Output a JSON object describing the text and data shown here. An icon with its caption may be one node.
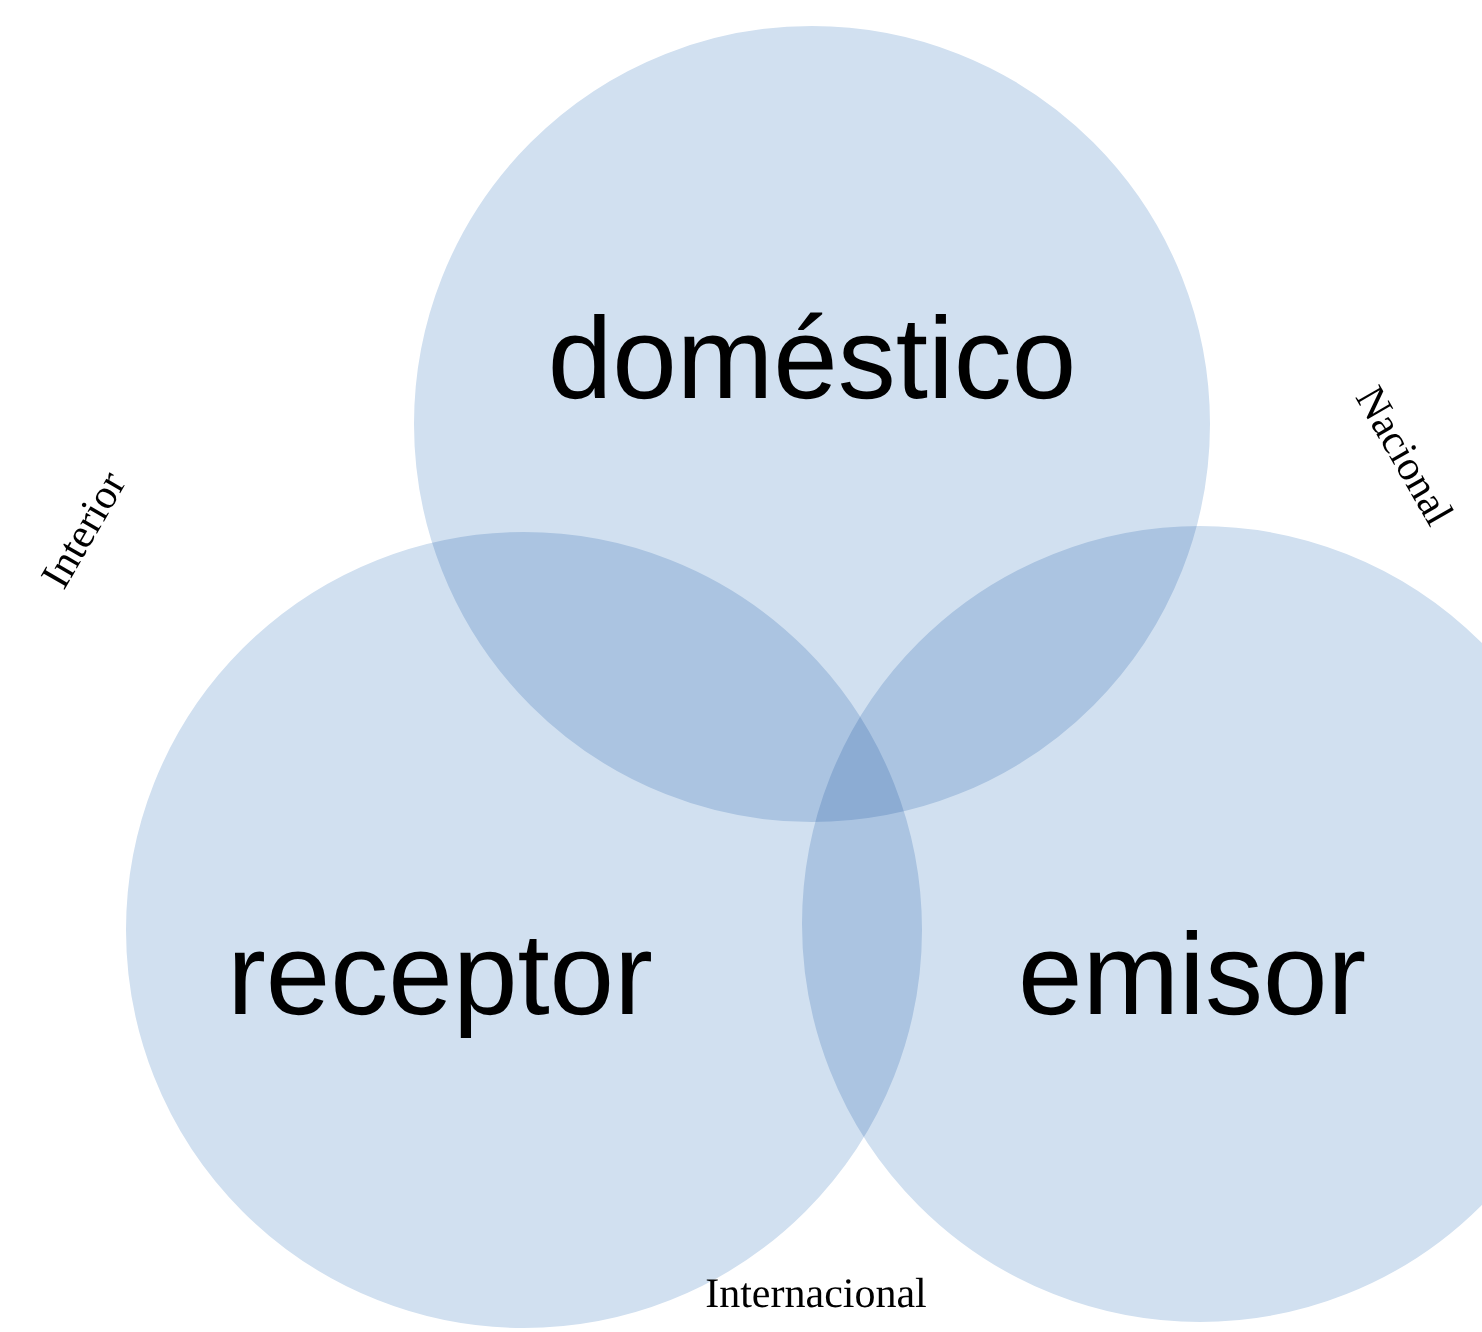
{
  "diagram": {
    "nodes": [
      {
        "text": [
          "doméstico"
        ]
      },
      {
        "text": [
          "receptor"
        ]
      },
      {
        "text": [
          "emisor"
        ]
      }
    ],
    "labels": [
      "Interior",
      "Nacional",
      "Internacional"
    ]
  }
}
